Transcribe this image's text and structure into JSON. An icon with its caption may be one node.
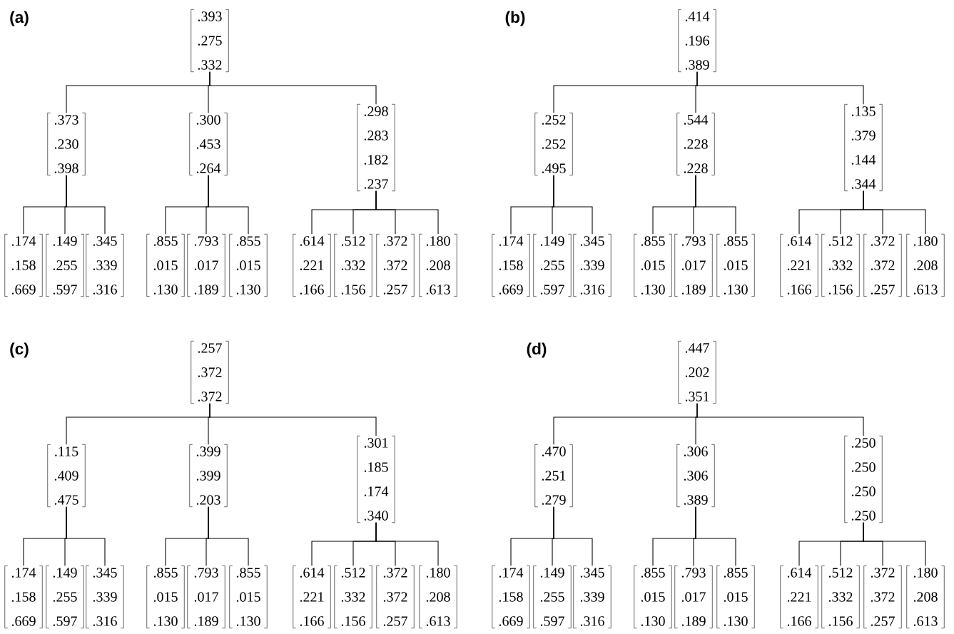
{
  "diagram": {
    "nodes": [
      {
        "text": [
          ".393",
          ".275",
          ".332"
        ]
      },
      {
        "text": [
          ".373",
          ".230",
          ".398"
        ]
      },
      {
        "text": [
          ".300",
          ".453",
          ".264"
        ]
      },
      {
        "text": [
          ".298",
          ".283",
          ".182",
          ".237"
        ]
      },
      {
        "text": [
          ".174",
          ".158",
          ".669"
        ]
      },
      {
        "text": [
          ".149",
          ".255",
          ".597"
        ]
      },
      {
        "text": [
          ".345",
          ".339",
          ".316"
        ]
      },
      {
        "text": [
          ".855",
          ".015",
          ".130"
        ]
      },
      {
        "text": [
          ".793",
          ".017",
          ".189"
        ]
      },
      {
        "text": [
          ".855",
          ".015",
          ".130"
        ]
      },
      {
        "text": [
          ".614",
          ".221",
          ".166"
        ]
      },
      {
        "text": [
          ".512",
          ".332",
          ".156"
        ]
      },
      {
        "text": [
          ".372",
          ".372",
          ".257"
        ]
      },
      {
        "text": [
          ".180",
          ".208",
          ".613"
        ]
      },
      {
        "text": [
          ".414",
          ".196",
          ".389"
        ]
      },
      {
        "text": [
          ".252",
          ".252",
          ".495"
        ]
      },
      {
        "text": [
          ".544",
          ".228",
          ".228"
        ]
      },
      {
        "text": [
          ".135",
          ".379",
          ".144",
          ".344"
        ]
      },
      {
        "text": [
          ".174",
          ".158",
          ".669"
        ]
      },
      {
        "text": [
          ".149",
          ".255",
          ".597"
        ]
      },
      {
        "text": [
          ".345",
          ".339",
          ".316"
        ]
      },
      {
        "text": [
          ".855",
          ".015",
          ".130"
        ]
      },
      {
        "text": [
          ".793",
          ".017",
          ".189"
        ]
      },
      {
        "text": [
          ".855",
          ".015",
          ".130"
        ]
      },
      {
        "text": [
          ".614",
          ".221",
          ".166"
        ]
      },
      {
        "text": [
          ".512",
          ".332",
          ".156"
        ]
      },
      {
        "text": [
          ".372",
          ".372",
          ".257"
        ]
      },
      {
        "text": [
          ".180",
          ".208",
          ".613"
        ]
      },
      {
        "text": [
          ".257",
          ".372",
          ".372"
        ]
      },
      {
        "text": [
          ".115",
          ".409",
          ".475"
        ]
      },
      {
        "text": [
          ".399",
          ".399",
          ".203"
        ]
      },
      {
        "text": [
          ".301",
          ".185",
          ".174",
          ".340"
        ]
      },
      {
        "text": [
          ".174",
          ".158",
          ".669"
        ]
      },
      {
        "text": [
          ".149",
          ".255",
          ".597"
        ]
      },
      {
        "text": [
          ".345",
          ".339",
          ".316"
        ]
      },
      {
        "text": [
          ".855",
          ".015",
          ".130"
        ]
      },
      {
        "text": [
          ".793",
          ".017",
          ".189"
        ]
      },
      {
        "text": [
          ".855",
          ".015",
          ".130"
        ]
      },
      {
        "text": [
          ".614",
          ".221",
          ".166"
        ]
      },
      {
        "text": [
          ".512",
          ".332",
          ".156"
        ]
      },
      {
        "text": [
          ".372",
          ".372",
          ".257"
        ]
      },
      {
        "text": [
          ".180",
          ".208",
          ".613"
        ]
      },
      {
        "text": [
          ".447",
          ".202",
          ".351"
        ]
      },
      {
        "text": [
          ".470",
          ".251",
          ".279"
        ]
      },
      {
        "text": [
          ".306",
          ".306",
          ".389"
        ]
      },
      {
        "text": [
          ".250",
          ".250",
          ".250",
          ".250"
        ]
      },
      {
        "text": [
          ".174",
          ".158",
          ".669"
        ]
      },
      {
        "text": [
          ".149",
          ".255",
          ".597"
        ]
      },
      {
        "text": [
          ".345",
          ".339",
          ".316"
        ]
      },
      {
        "text": [
          ".855",
          ".015",
          ".130"
        ]
      },
      {
        "text": [
          ".793",
          ".017",
          ".189"
        ]
      },
      {
        "text": [
          ".855",
          ".015",
          ".130"
        ]
      },
      {
        "text": [
          ".614",
          ".221",
          ".166"
        ]
      },
      {
        "text": [
          ".512",
          ".332",
          ".156"
        ]
      },
      {
        "text": [
          ".372",
          ".372",
          ".257"
        ]
      },
      {
        "text": [
          ".180",
          ".208",
          ".613"
        ]
      }
    ],
    "edges": [
      {
        "from": 0,
        "to": 1,
        "arrow": "none"
      },
      {
        "from": 0,
        "to": 2,
        "arrow": "none"
      },
      {
        "from": 0,
        "to": 3,
        "arrow": "none"
      },
      {
        "from": 1,
        "to": 4,
        "arrow": "none"
      },
      {
        "from": 1,
        "to": 5,
        "arrow": "none"
      },
      {
        "from": 1,
        "to": 6,
        "arrow": "none"
      },
      {
        "from": 2,
        "to": 7,
        "arrow": "none"
      },
      {
        "from": 2,
        "to": 8,
        "arrow": "none"
      },
      {
        "from": 2,
        "to": 9,
        "arrow": "none"
      },
      {
        "from": 3,
        "to": 10,
        "arrow": "none"
      },
      {
        "from": 3,
        "to": 11,
        "arrow": "none"
      },
      {
        "from": 3,
        "to": 12,
        "arrow": "none"
      },
      {
        "from": 3,
        "to": 13,
        "arrow": "none"
      },
      {
        "from": 14,
        "to": 15,
        "arrow": "none"
      },
      {
        "from": 14,
        "to": 16,
        "arrow": "none"
      },
      {
        "from": 14,
        "to": 17,
        "arrow": "none"
      },
      {
        "from": 15,
        "to": 18,
        "arrow": "none"
      },
      {
        "from": 15,
        "to": 19,
        "arrow": "none"
      },
      {
        "from": 15,
        "to": 20,
        "arrow": "none"
      },
      {
        "from": 16,
        "to": 21,
        "arrow": "none"
      },
      {
        "from": 16,
        "to": 22,
        "arrow": "none"
      },
      {
        "from": 16,
        "to": 23,
        "arrow": "none"
      },
      {
        "from": 17,
        "to": 24,
        "arrow": "none"
      },
      {
        "from": 17,
        "to": 25,
        "arrow": "none"
      },
      {
        "from": 17,
        "to": 26,
        "arrow": "none"
      },
      {
        "from": 17,
        "to": 27,
        "arrow": "none"
      },
      {
        "from": 28,
        "to": 29,
        "arrow": "none"
      },
      {
        "from": 28,
        "to": 30,
        "arrow": "none"
      },
      {
        "from": 28,
        "to": 31,
        "arrow": "none"
      },
      {
        "from": 29,
        "to": 32,
        "arrow": "none"
      },
      {
        "from": 29,
        "to": 33,
        "arrow": "none"
      },
      {
        "from": 29,
        "to": 34,
        "arrow": "none"
      },
      {
        "from": 30,
        "to": 35,
        "arrow": "none"
      },
      {
        "from": 30,
        "to": 36,
        "arrow": "none"
      },
      {
        "from": 30,
        "to": 37,
        "arrow": "none"
      },
      {
        "from": 31,
        "to": 38,
        "arrow": "none"
      },
      {
        "from": 31,
        "to": 39,
        "arrow": "none"
      },
      {
        "from": 31,
        "to": 40,
        "arrow": "none"
      },
      {
        "from": 31,
        "to": 41,
        "arrow": "none"
      },
      {
        "from": 42,
        "to": 43,
        "arrow": "none"
      },
      {
        "from": 42,
        "to": 44,
        "arrow": "none"
      },
      {
        "from": 42,
        "to": 45,
        "arrow": "none"
      },
      {
        "from": 43,
        "to": 46,
        "arrow": "none"
      },
      {
        "from": 43,
        "to": 47,
        "arrow": "none"
      },
      {
        "from": 43,
        "to": 48,
        "arrow": "none"
      },
      {
        "from": 44,
        "to": 49,
        "arrow": "none"
      },
      {
        "from": 44,
        "to": 50,
        "arrow": "none"
      },
      {
        "from": 44,
        "to": 51,
        "arrow": "none"
      },
      {
        "from": 45,
        "to": 52,
        "arrow": "none"
      },
      {
        "from": 45,
        "to": 53,
        "arrow": "none"
      },
      {
        "from": 45,
        "to": 54,
        "arrow": "none"
      },
      {
        "from": 45,
        "to": 55,
        "arrow": "none"
      }
    ],
    "labels": [
      "(a)",
      "(b)",
      "(c)",
      "(d)"
    ]
  }
}
